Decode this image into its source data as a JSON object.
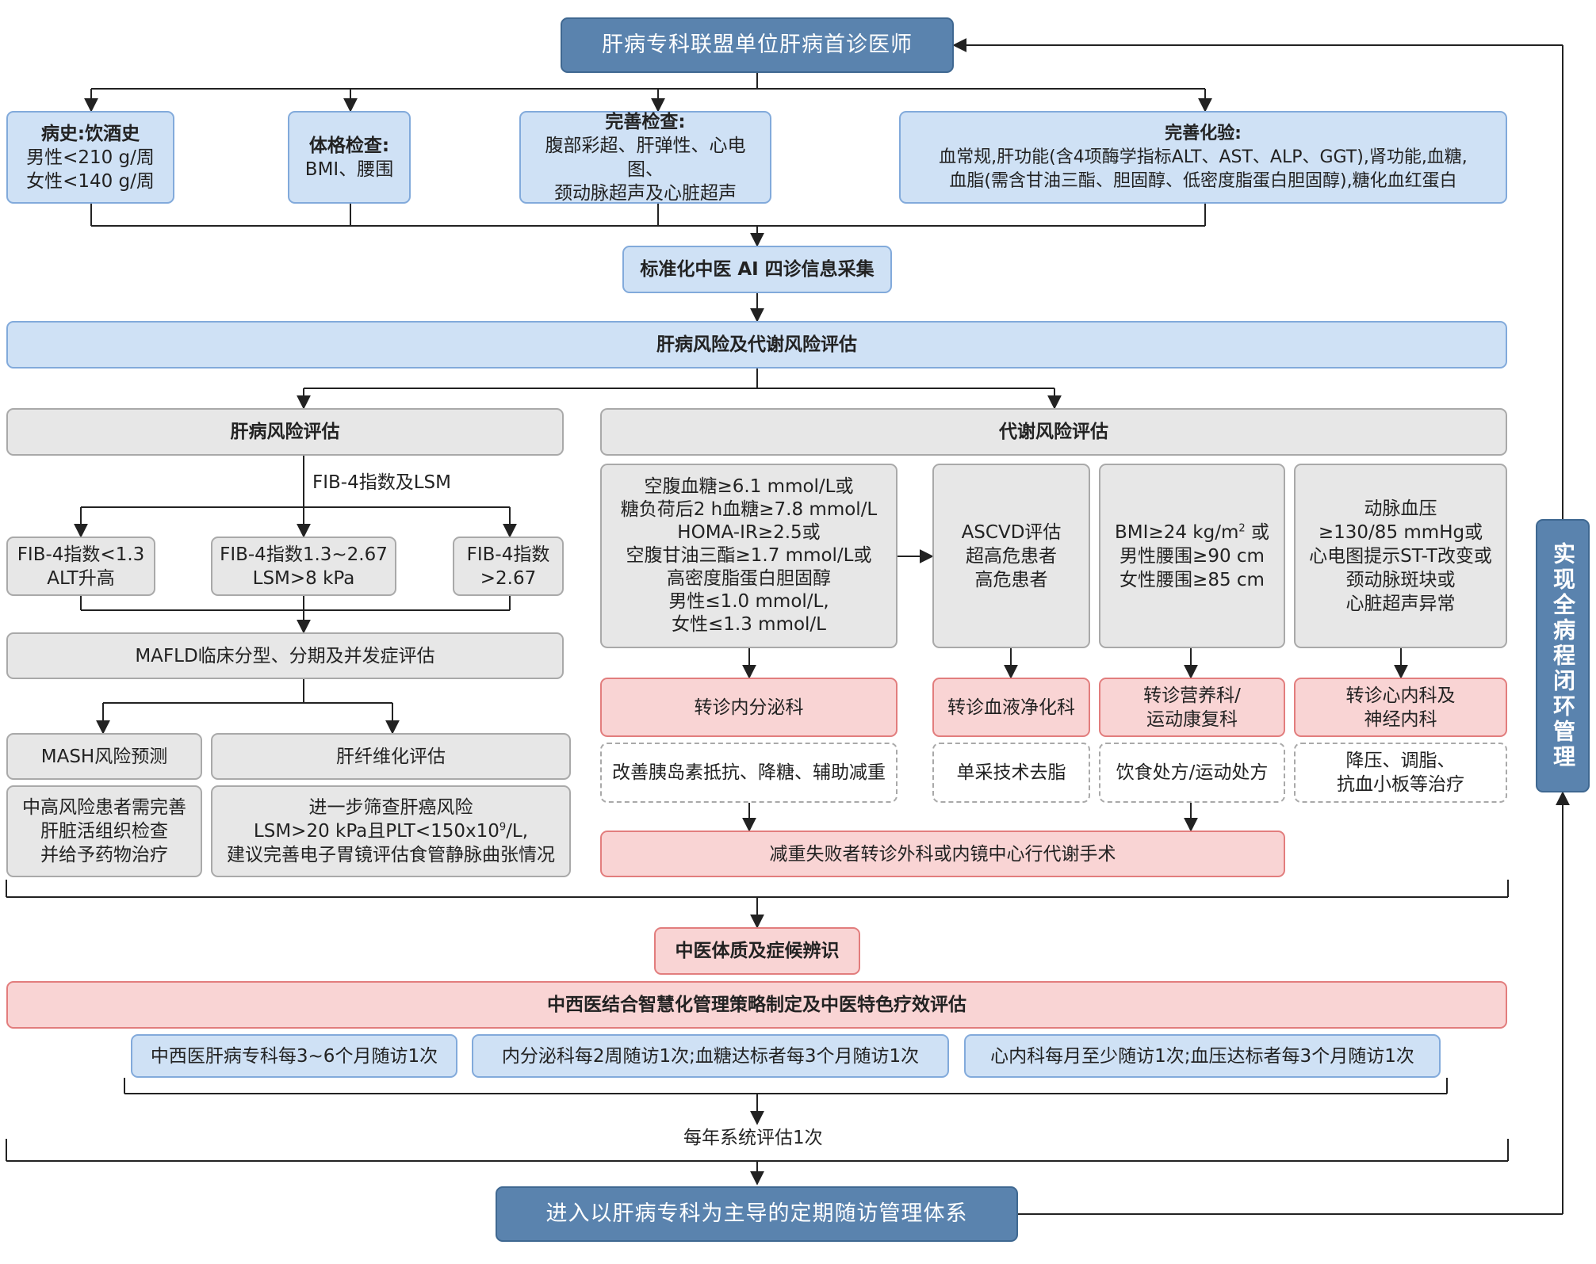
{
  "top_title": "肝病专科联盟单位肝病首诊医师",
  "history": {
    "title": "病史:饮酒史",
    "line1": "男性<210 g/周",
    "line2": "女性<140 g/周"
  },
  "physical": {
    "title": "体格检查:",
    "line1": "BMI、腰围"
  },
  "exams": {
    "title": "完善检查:",
    "line1": "腹部彩超、肝弹性、心电图、",
    "line2": "颈动脉超声及心脏超声"
  },
  "labs": {
    "title": "完善化验:",
    "line1": "血常规,肝功能(含4项酶学指标ALT、AST、ALP、GGT),肾功能,血糖,",
    "line2": "血脂(需含甘油三酯、胆固醇、低密度脂蛋白胆固醇),糖化血红蛋白"
  },
  "tcm_ai": "标准化中医 AI 四诊信息采集",
  "risk_eval": "肝病风险及代谢风险评估",
  "liver": {
    "title": "肝病风险评估",
    "fib_label": "FIB-4指数及LSM",
    "b1": {
      "line1": "FIB-4指数<1.3",
      "line2": "ALT升高"
    },
    "b2": {
      "line1": "FIB-4指数1.3~2.67",
      "line2": "LSM>8 kPa"
    },
    "b3": {
      "line1": "FIB-4指数",
      "line2": ">2.67"
    },
    "mafld": "MAFLD临床分型、分期及并发症评估",
    "mash": "MASH风险预测",
    "fibrosis": "肝纤维化评估",
    "mash_detail": {
      "line1": "中高风险患者需完善",
      "line2": "肝脏活组织检查",
      "line3": "并给予药物治疗"
    },
    "fibrosis_detail": {
      "line1": "进一步筛查肝癌风险",
      "line2_pre": "LSM>20 kPa且PLT<150x10",
      "line2_sup": "9",
      "line2_post": "/L,",
      "line3": "建议完善电子胃镜评估食管静脉曲张情况"
    }
  },
  "metabolic": {
    "title": "代谢风险评估",
    "glucose": [
      "空腹血糖≥6.1 mmol/L或",
      "糖负荷后2 h血糖≥7.8 mmol/L",
      "HOMA-IR≥2.5或",
      "空腹甘油三酯≥1.7 mmol/L或",
      "高密度脂蛋白胆固醇",
      "男性≤1.0 mmol/L,",
      "女性≤1.3 mmol/L"
    ],
    "ascvd": [
      "ASCVD评估",
      "超高危患者",
      "高危患者"
    ],
    "bmi": {
      "line1_pre": "BMI≥24 kg/m",
      "line1_sup": "2",
      "line1_post": " 或",
      "line2": "男性腰围≥90 cm",
      "line3": "女性腰围≥85 cm"
    },
    "bp": [
      "动脉血压",
      "≥130/85 mmHg或",
      "心电图提示ST-T改变或",
      "颈动脉斑块或",
      "心脏超声异常"
    ],
    "refer_endo": "转诊内分泌科",
    "refer_blood": "转诊血液净化科",
    "refer_nutri": [
      "转诊营养科/",
      "运动康复科"
    ],
    "refer_cardio": [
      "转诊心内科及",
      "神经内科"
    ],
    "act_endo": "改善胰岛素抵抗、降糖、辅助减重",
    "act_blood": "单采技术去脂",
    "act_nutri": "饮食处方/运动处方",
    "act_cardio": [
      "降压、调脂、",
      "抗血小板等治疗"
    ],
    "surgery": "减重失败者转诊外科或内镜中心行代谢手术"
  },
  "tcm_constitution": "中医体质及症候辨识",
  "strategy": "中西医结合智慧化管理策略制定及中医特色疗效评估",
  "followups": [
    "中西医肝病专科每3~6个月随访1次",
    "内分泌科每2周随访1次;血糖达标者每3个月随访1次",
    "心内科每月至少随访1次;血压达标者每3个月随访1次"
  ],
  "annual": "每年系统评估1次",
  "bottom_title": "进入以肝病专科为主导的定期随访管理体系",
  "side_label": "实现全病程闭环管理"
}
